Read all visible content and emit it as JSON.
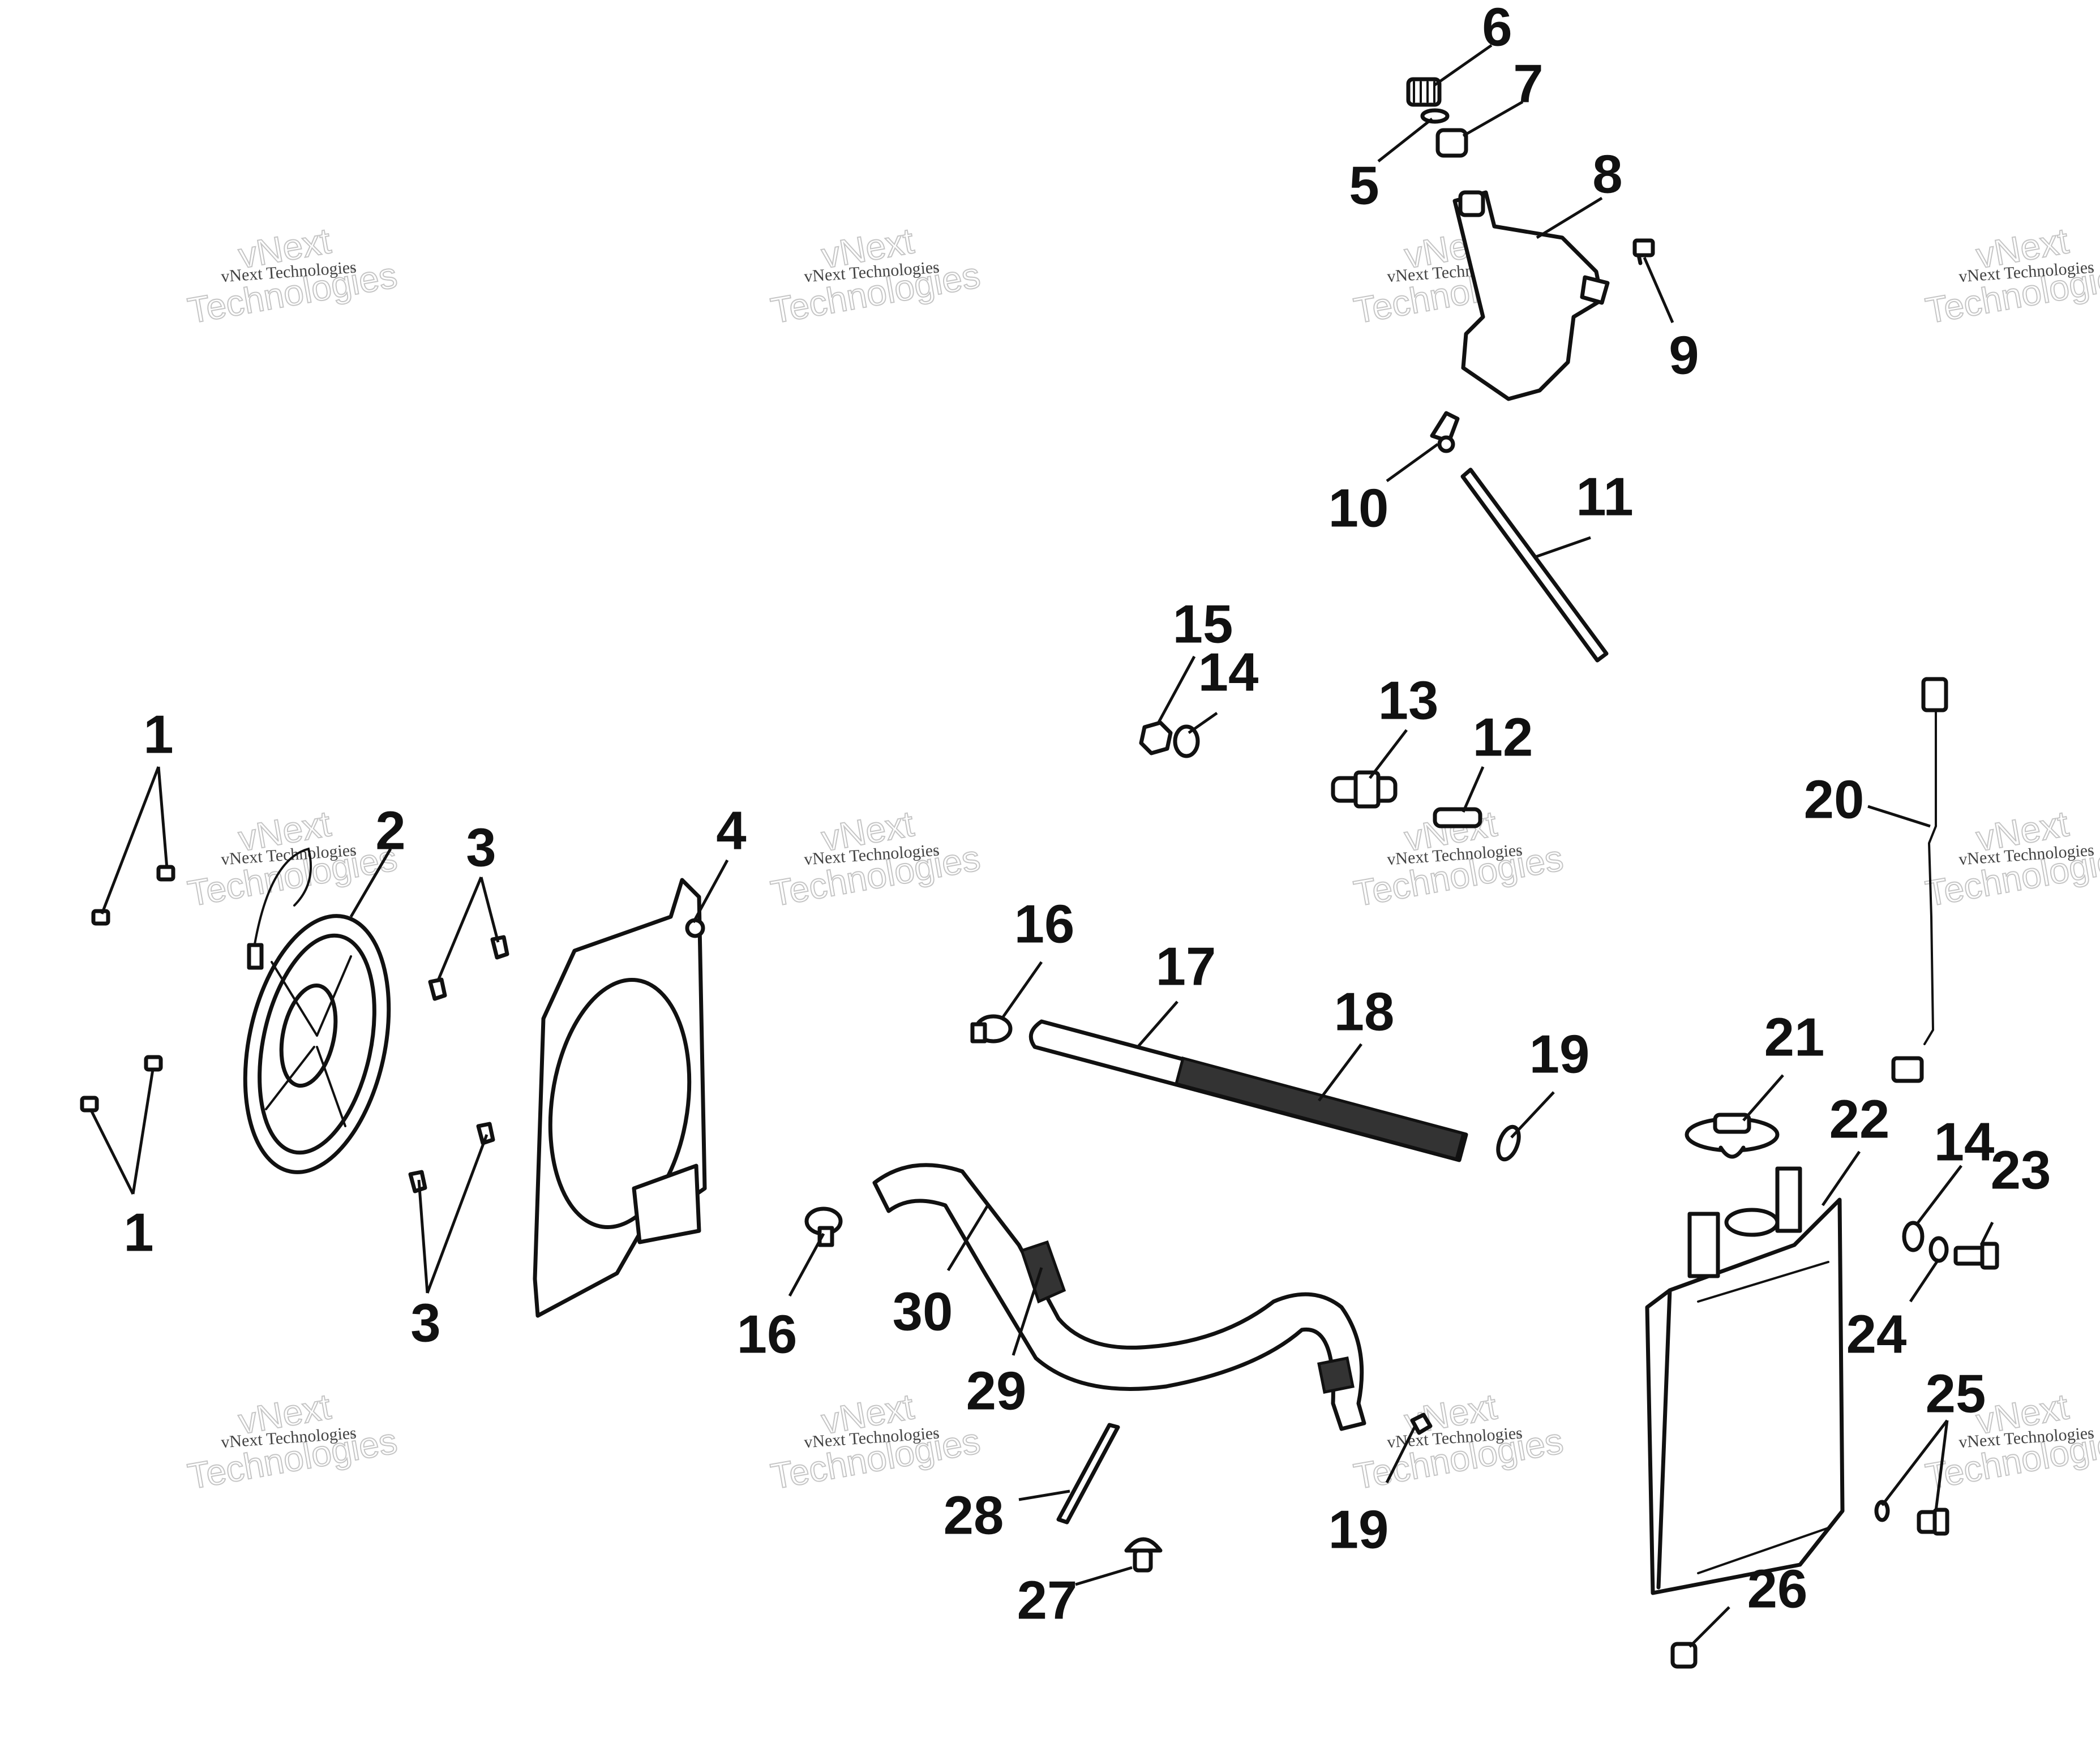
{
  "watermark": {
    "line1": "vNext Technologies",
    "line2a": "vNext",
    "line2b": "Technologies"
  },
  "callouts": {
    "c1a": "1",
    "c1b": "1",
    "c2": "2",
    "c3a": "3",
    "c3b": "3",
    "c4": "4",
    "c5": "5",
    "c6": "6",
    "c7": "7",
    "c8": "8",
    "c9": "9",
    "c10": "10",
    "c11": "11",
    "c12": "12",
    "c13": "13",
    "c14a": "14",
    "c14b": "14",
    "c15": "15",
    "c16a": "16",
    "c16b": "16",
    "c17": "17",
    "c18": "18",
    "c19a": "19",
    "c19b": "19",
    "c20": "20",
    "c21": "21",
    "c22": "22",
    "c23": "23",
    "c24": "24",
    "c25": "25",
    "c26": "26",
    "c27": "27",
    "c28": "28",
    "c29": "29",
    "c30": "30"
  }
}
